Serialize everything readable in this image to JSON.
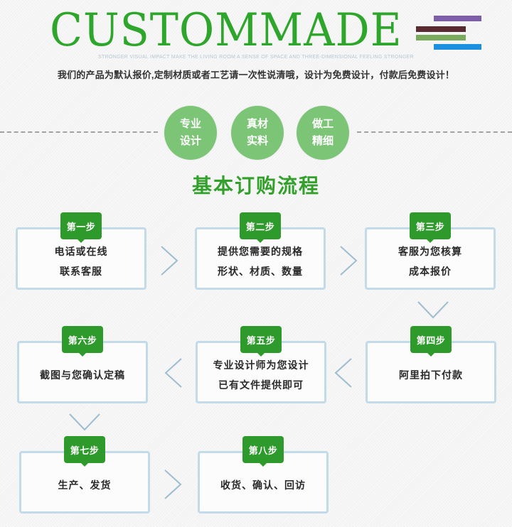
{
  "header": {
    "title": "CUSTOMMADE",
    "subtitle": "STRONGER VISUAL IMPACT MAKE THE LIVING ROOM A SENSE OF SPACE AND THREE-DIMENSIONAL FEELING STRONGER",
    "title_color": "#2ea62b",
    "bar_colors": [
      "#7c5fa6",
      "#5a2a32",
      "#7aab5c",
      "#1c8fe0"
    ]
  },
  "intro": {
    "text": "我们的产品为默认报价,定制材质或者工艺请一次性说清哦，设计为免费设计，付款后免费设计！"
  },
  "badges": [
    {
      "line1": "专业",
      "line2": "设计"
    },
    {
      "line1": "真材",
      "line2": "实料"
    },
    {
      "line1": "做工",
      "line2": "精细"
    }
  ],
  "section": {
    "title": "基本订购流程"
  },
  "steps": [
    {
      "tag": "第一步",
      "line1": "电话或在线",
      "line2": "联系客服"
    },
    {
      "tag": "第二步",
      "line1": "提供您需要的规格",
      "line2": "形状、材质、数量"
    },
    {
      "tag": "第三步",
      "line1": "客服为您核算",
      "line2": "成本报价"
    },
    {
      "tag": "第四步",
      "line1": "阿里拍下付款",
      "line2": ""
    },
    {
      "tag": "第五步",
      "line1": "专业设计师为您设计",
      "line2": "已有文件提供即可"
    },
    {
      "tag": "第六步",
      "line1": "截图与您确认定稿",
      "line2": ""
    },
    {
      "tag": "第七步",
      "line1": "生产、发货",
      "line2": ""
    },
    {
      "tag": "第八步",
      "line1": "收货、确认、回访",
      "line2": ""
    }
  ],
  "colors": {
    "accent_green": "#2e9a2b",
    "badge_green": "#7cc576",
    "box_border": "#c3dae9",
    "arrow": "#9fbdd0"
  }
}
